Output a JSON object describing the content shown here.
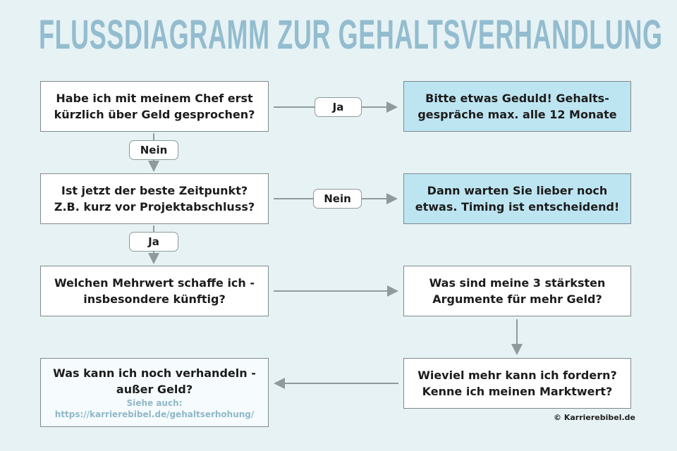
{
  "title": "FLUSSDIAGRAMM ZUR GEHALTSVERHANDLUNG",
  "nodes": {
    "q1": [
      "Habe ich mit meinem Chef erst",
      "kürzlich über Geld gesprochen?"
    ],
    "a1": [
      "Bitte etwas Geduld! Gehalts-",
      "gespräche max. alle 12 Monate"
    ],
    "q2": [
      "Ist jetzt der beste Zeitpunkt?",
      "Z.B. kurz vor Projektabschluss?"
    ],
    "a2": [
      "Dann warten Sie lieber noch",
      "etwas. Timing ist entscheidend!"
    ],
    "q3": [
      "Welchen Mehrwert schaffe ich -",
      "insbesondere künftig?"
    ],
    "q4": [
      "Was sind meine 3 stärksten",
      "Argumente für mehr Geld?"
    ],
    "q5": [
      "Wieviel mehr kann ich fordern?",
      "Kenne ich meinen Marktwert?"
    ],
    "q6": [
      "Was kann ich noch verhandeln -",
      "außer Geld?"
    ],
    "q6_sub": [
      "Siehe auch:",
      "https://karrierebibel.de/gehaltserhohung/"
    ]
  },
  "labels": {
    "ja1": "Ja",
    "nein1": "Nein",
    "nein2": "Nein",
    "ja2": "Ja"
  },
  "copyright": "© Karrierebibel.de",
  "colors": {
    "background": "#e7f2f4",
    "title": "#93bccf",
    "highlight": "#bde4f1"
  }
}
